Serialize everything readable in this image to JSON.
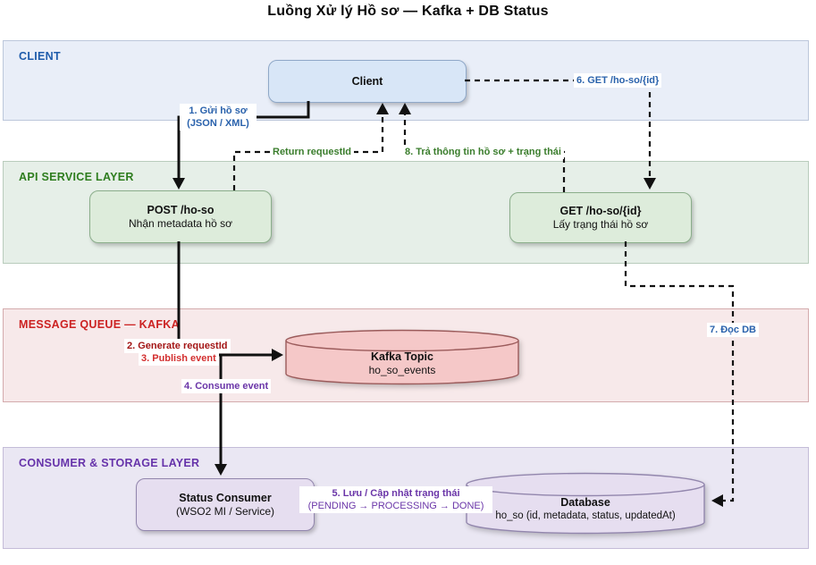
{
  "title": "Luồng Xử lý Hồ sơ — Kafka + DB Status",
  "lanes": [
    {
      "label": "CLIENT"
    },
    {
      "label": "API SERVICE LAYER"
    },
    {
      "label": "MESSAGE QUEUE — KAFKA"
    },
    {
      "label": "CONSUMER & STORAGE LAYER"
    }
  ],
  "nodes": {
    "client": {
      "title": "Client"
    },
    "post": {
      "title": "POST /ho-so",
      "subtitle": "Nhận metadata hồ sơ"
    },
    "get": {
      "title": "GET /ho-so/{id}",
      "subtitle": "Lấy trạng thái hồ sơ"
    },
    "kafka_topic": {
      "title": "Kafka Topic",
      "subtitle": "ho_so_events"
    },
    "status_consumer": {
      "title": "Status Consumer",
      "subtitle": "(WSO2 MI / Service)"
    },
    "database": {
      "title": "Database",
      "subtitle": "ho_so (id, metadata, status, updatedAt)"
    }
  },
  "edge_labels": {
    "step1_line1": "1. Gửi hồ sơ",
    "step1_line2": "(JSON / XML)",
    "return_requestid": "Return requestId",
    "step2": "2. Generate requestId",
    "step3": "3. Publish event",
    "step4": "4. Consume event",
    "step5_line1": "5. Lưu / Cập nhật trạng thái",
    "step5_line2": "(PENDING → PROCESSING → DONE)",
    "step6": "6. GET /ho-so/{id}",
    "step7": "7. Đọc DB",
    "step8": "8. Trả thông tin hồ sơ + trạng thái"
  },
  "colors": {
    "step_blue": "#2a62ac",
    "step_green": "#3a7d2c",
    "step_dark_red": "#a31515",
    "step_red": "#d32f2f",
    "step_purple": "#6a35a8",
    "lane_client_label": "#1f5cab",
    "lane_api_label": "#2e7d1e",
    "lane_kafka_label": "#cc2222",
    "lane_consumer_label": "#6633aa",
    "client_node_fill": "#d8e6f7",
    "api_node_fill": "#ddecdb",
    "kafka_node_fill": "#f5c8c8",
    "storage_node_fill": "#e6def0"
  }
}
